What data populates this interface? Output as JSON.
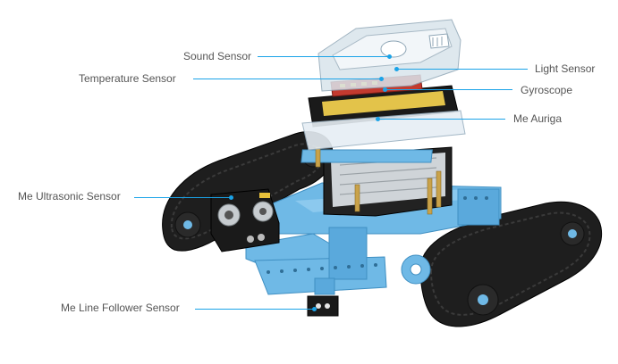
{
  "colors": {
    "leader": "#1aa3e8",
    "label_text": "#555555",
    "track": "#1e1e1e",
    "frame_blue": "#6fb9e6",
    "board_black": "#1a1a1a",
    "board_red": "#c33a2f",
    "shell_clear": "#d9e4ec",
    "battery": "#cfd4d8",
    "brass": "#c9a24a"
  },
  "labels": {
    "sound_sensor": "Sound Sensor",
    "temperature_sensor": "Temperature Sensor",
    "light_sensor": "Light Sensor",
    "gyroscope": "Gyroscope",
    "me_auriga": "Me Auriga",
    "me_ultrasonic_sensor": "Me Ultrasonic Sensor",
    "me_line_follower_sensor": "Me Line Follower Sensor"
  },
  "icons": {
    "robot": "robot-kit-illustration"
  }
}
